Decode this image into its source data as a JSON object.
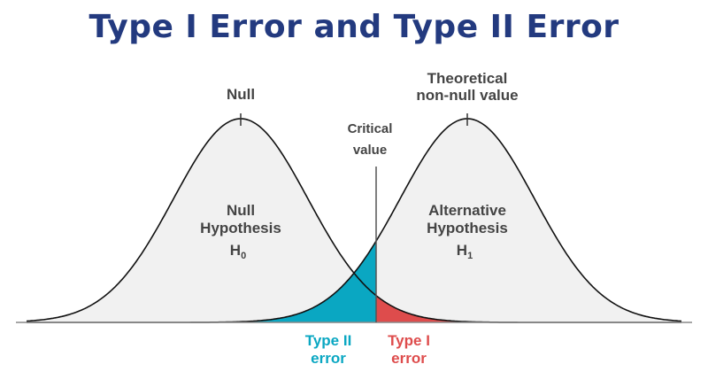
{
  "title": "Type I Error and Type II Error",
  "labels": {
    "null_peak": "Null",
    "alt_peak_line1": "Theoretical",
    "alt_peak_line2": "non-null value",
    "critical_line1": "Critical",
    "critical_line2": "value",
    "null_curve_line1": "Null",
    "null_curve_line2": "Hypothesis",
    "null_symbol": "H",
    "null_subscript": "0",
    "alt_curve_line1": "Alternative",
    "alt_curve_line2": "Hypothesis",
    "alt_symbol": "H",
    "alt_subscript": "1",
    "type2_line1": "Type II",
    "type2_line2": "error",
    "type1_line1": "Type I",
    "type1_line2": "error"
  },
  "colors": {
    "title": "#233a7f",
    "type2_fill": "#0aa7c2",
    "type1_fill": "#de4c4c",
    "curve_fill": "#f1f1f1",
    "curve_stroke": "#111111"
  }
}
